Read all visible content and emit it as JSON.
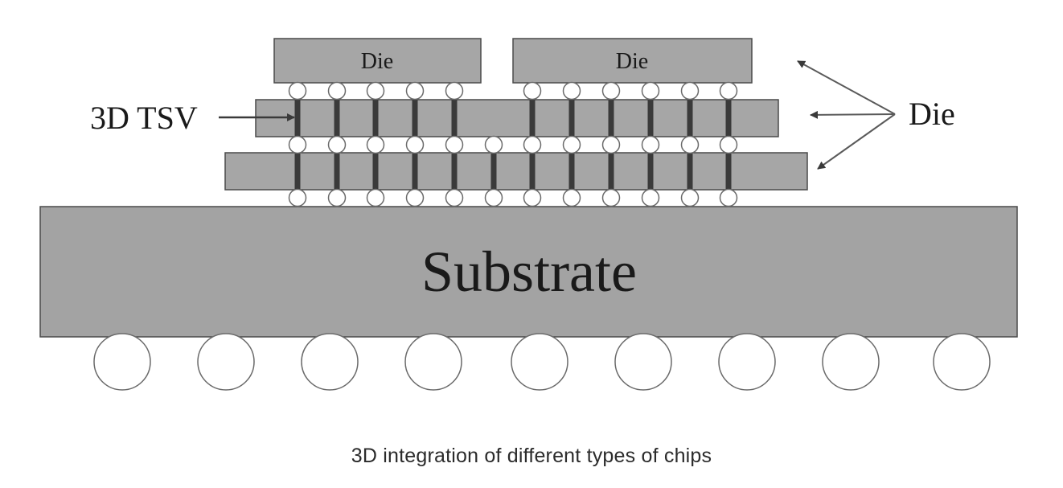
{
  "diagram": {
    "top_die_label": "Die",
    "tsv_label": "3D TSV",
    "die_callout_label": "Die",
    "substrate_label": "Substrate"
  },
  "caption": "3D integration of different types of chips",
  "colors": {
    "die_fill": "#a6a6a6",
    "substrate_fill": "#a3a3a3",
    "outline": "#4a4a4a",
    "via": "#3a3a3a",
    "bump_fill": "#ffffff",
    "text": "#1a1a1a"
  }
}
